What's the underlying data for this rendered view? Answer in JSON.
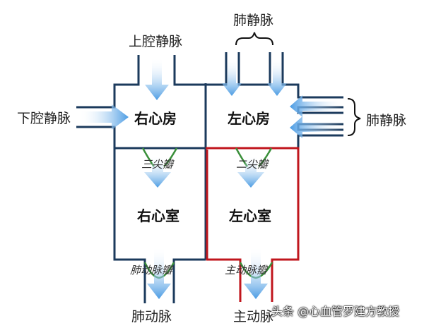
{
  "labels": {
    "superior_vena_cava": "上腔静脉",
    "inferior_vena_cava": "下腔静脉",
    "pulmonary_veins_top": "肺静脉",
    "pulmonary_veins_right": "肺静脉",
    "right_atrium": "右心房",
    "left_atrium": "左心房",
    "tricuspid_valve": "三尖瓣",
    "mitral_valve": "二尖瓣",
    "right_ventricle": "右心室",
    "left_ventricle": "左心室",
    "pulmonary_valve": "肺动脉瓣",
    "aortic_valve": "主动脉瓣",
    "pulmonary_artery": "肺动脉",
    "aorta": "主动脉"
  },
  "watermark": "头条 @心血管罗建方教授",
  "colors": {
    "venous": "#1b3a5c",
    "arterial": "#c0161d",
    "arrow": "#4a9be3",
    "valve": "#3a8f3a"
  }
}
